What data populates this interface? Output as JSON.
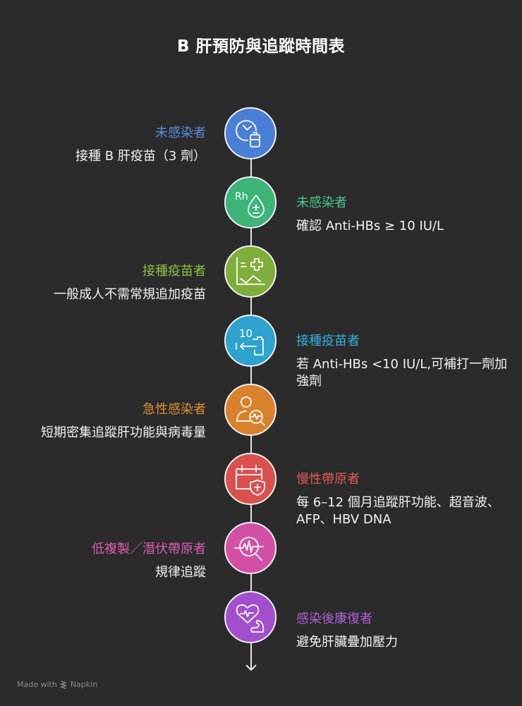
{
  "title": "B 肝預防與追蹤時間表",
  "colors": {
    "background": "#2b2b2b",
    "spine": "#e6e6e6",
    "steps": [
      "#4a7fd8",
      "#3cb47a",
      "#7fae3a",
      "#2ea3cf",
      "#d9822b",
      "#d9504f",
      "#d34fa6",
      "#a24fce"
    ]
  },
  "steps": [
    {
      "side": "left",
      "heading": "未感染者",
      "description": "接種 B 肝疫苗（3 劑）",
      "icon": "clock-battery-icon",
      "color": "#4a7fd8",
      "heading_color": "#5a8be0"
    },
    {
      "side": "right",
      "heading": "未感染者",
      "description": "確認 Anti-HBs ≥ 10 IU/L",
      "icon": "rh-blood-drop-icon",
      "color": "#3cb47a",
      "heading_color": "#4cc78b"
    },
    {
      "side": "left",
      "heading": "接種疫苗者",
      "description": "一般成人不需常規追加疫苗",
      "icon": "chart-plus-icon",
      "color": "#7fae3a",
      "heading_color": "#8fc043"
    },
    {
      "side": "right",
      "heading": "接種疫苗者",
      "description": "若 Anti-HBs <10 IU/L,可補打一劑加強劑",
      "icon": "ten-arrow-vial-icon",
      "color": "#2ea3cf",
      "heading_color": "#34b0dc"
    },
    {
      "side": "left",
      "heading": "急性感染者",
      "description": "短期密集追蹤肝功能與病毒量",
      "icon": "person-search-pulse-icon",
      "color": "#d9822b",
      "heading_color": "#e08f36"
    },
    {
      "side": "right",
      "heading": "慢性帶原者",
      "description": "每 6–12 個月追蹤肝功能、超音波、AFP、HBV DNA",
      "icon": "calendar-shield-icon",
      "color": "#d9504f",
      "heading_color": "#e05a59"
    },
    {
      "side": "left",
      "heading": "低複製／潛伏帶原者",
      "description": "規律追蹤",
      "icon": "pulse-search-icon",
      "color": "#d34fa6",
      "heading_color": "#dd5cb1"
    },
    {
      "side": "right",
      "heading": "感染後康復者",
      "description": "避免肝臟疊加壓力",
      "icon": "heart-arm-icon",
      "color": "#a24fce",
      "heading_color": "#b060d8"
    }
  ],
  "footer": {
    "made_with": "Made with",
    "brand": "Napkin"
  }
}
